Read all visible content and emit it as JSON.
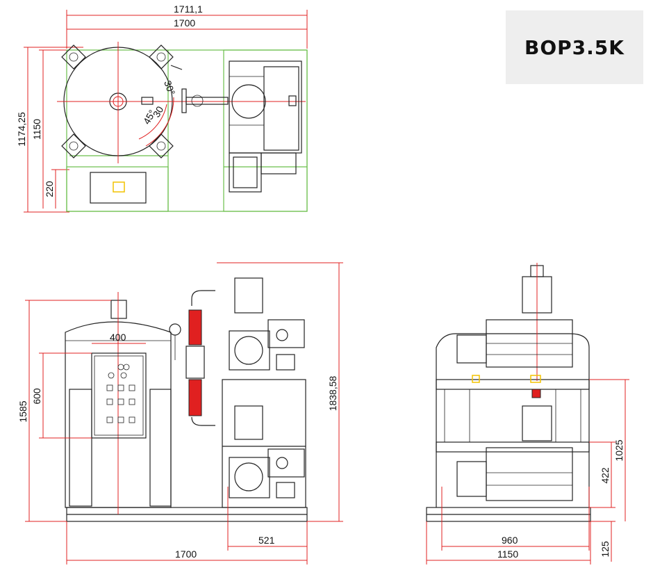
{
  "model": "BOP3.5K",
  "dimensions": {
    "top_overall_width": "1711,1",
    "top_frame_width": "1700",
    "top_overall_depth": "1174,25",
    "top_frame_depth": "1150",
    "top_panel_depth": "220",
    "front_panel_width": "400",
    "front_panel_height": "600",
    "front_tank_height": "1585",
    "front_overall_height": "1838,58",
    "front_pump_width": "521",
    "front_base_width": "1700",
    "side_inner_width": "960",
    "side_base_width": "1150",
    "side_upper_height": "1025",
    "side_lower_height": "422",
    "side_base_height": "125"
  },
  "angles": {
    "angle_a": "30°",
    "angle_b": "45°",
    "angle_c": "30"
  },
  "colors": {
    "dimension": "#e02020",
    "outline": "#222222",
    "frame": "#6abf4b",
    "hose": "#e02020",
    "fitting": "#f2c200"
  }
}
